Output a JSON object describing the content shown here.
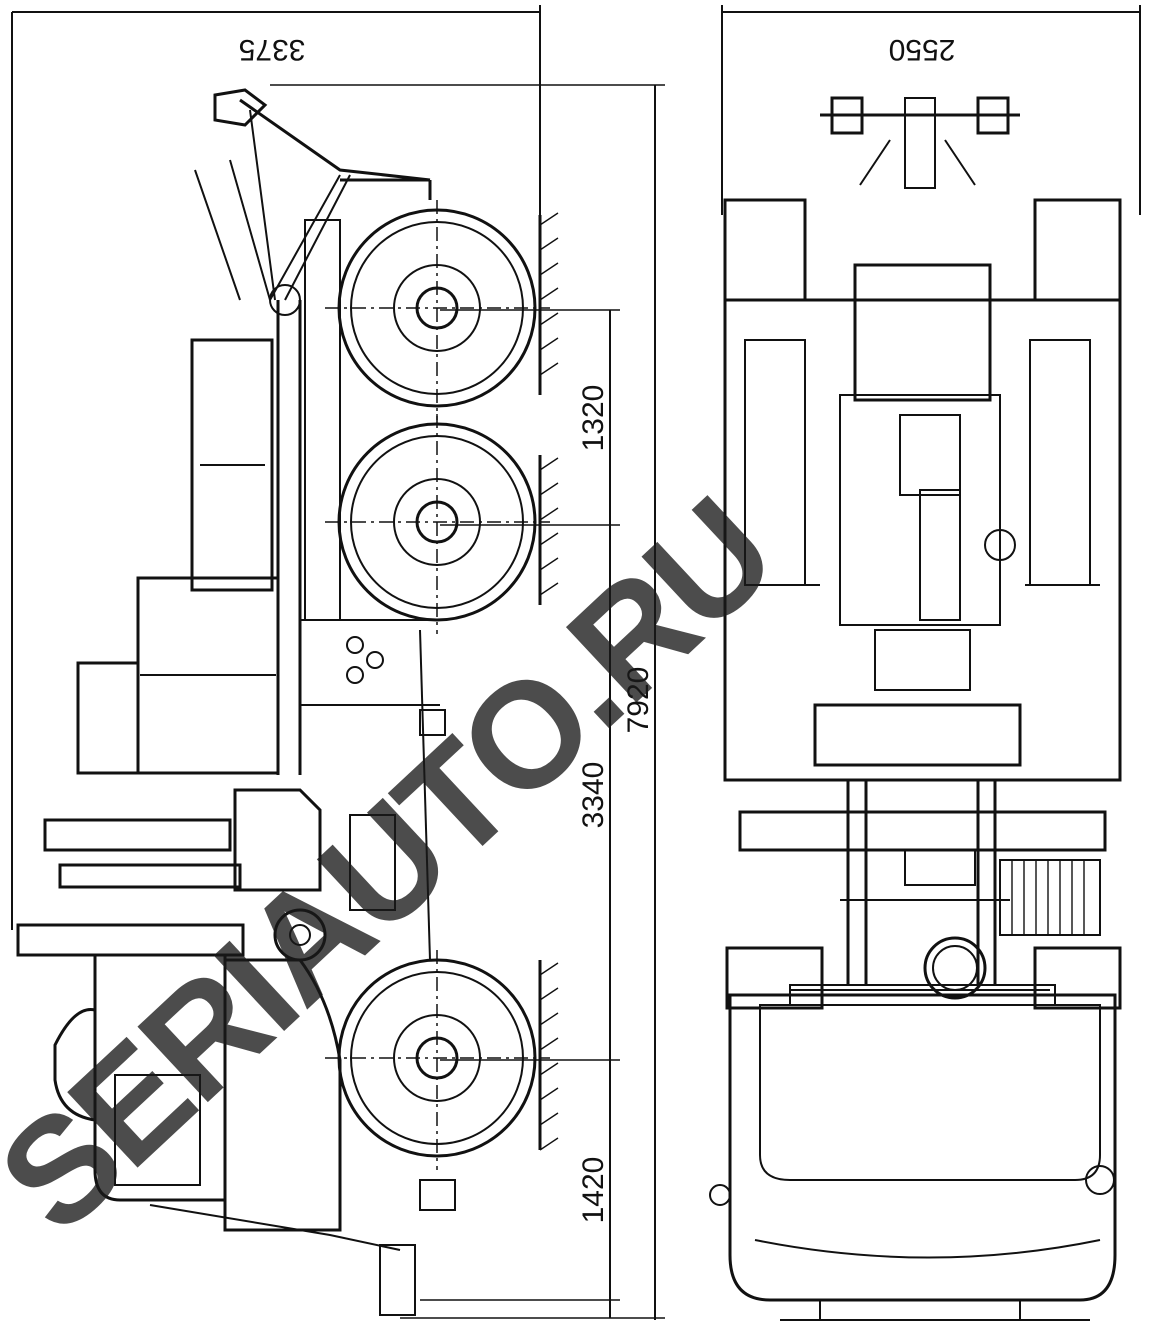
{
  "dimensions": {
    "overall_height": "3375",
    "overall_width": "2550",
    "overall_length": "7920",
    "rear_axle_spacing": "1320",
    "wheelbase": "3340",
    "front_overhang": "1420"
  },
  "watermark": "SERIAUTO.RU"
}
